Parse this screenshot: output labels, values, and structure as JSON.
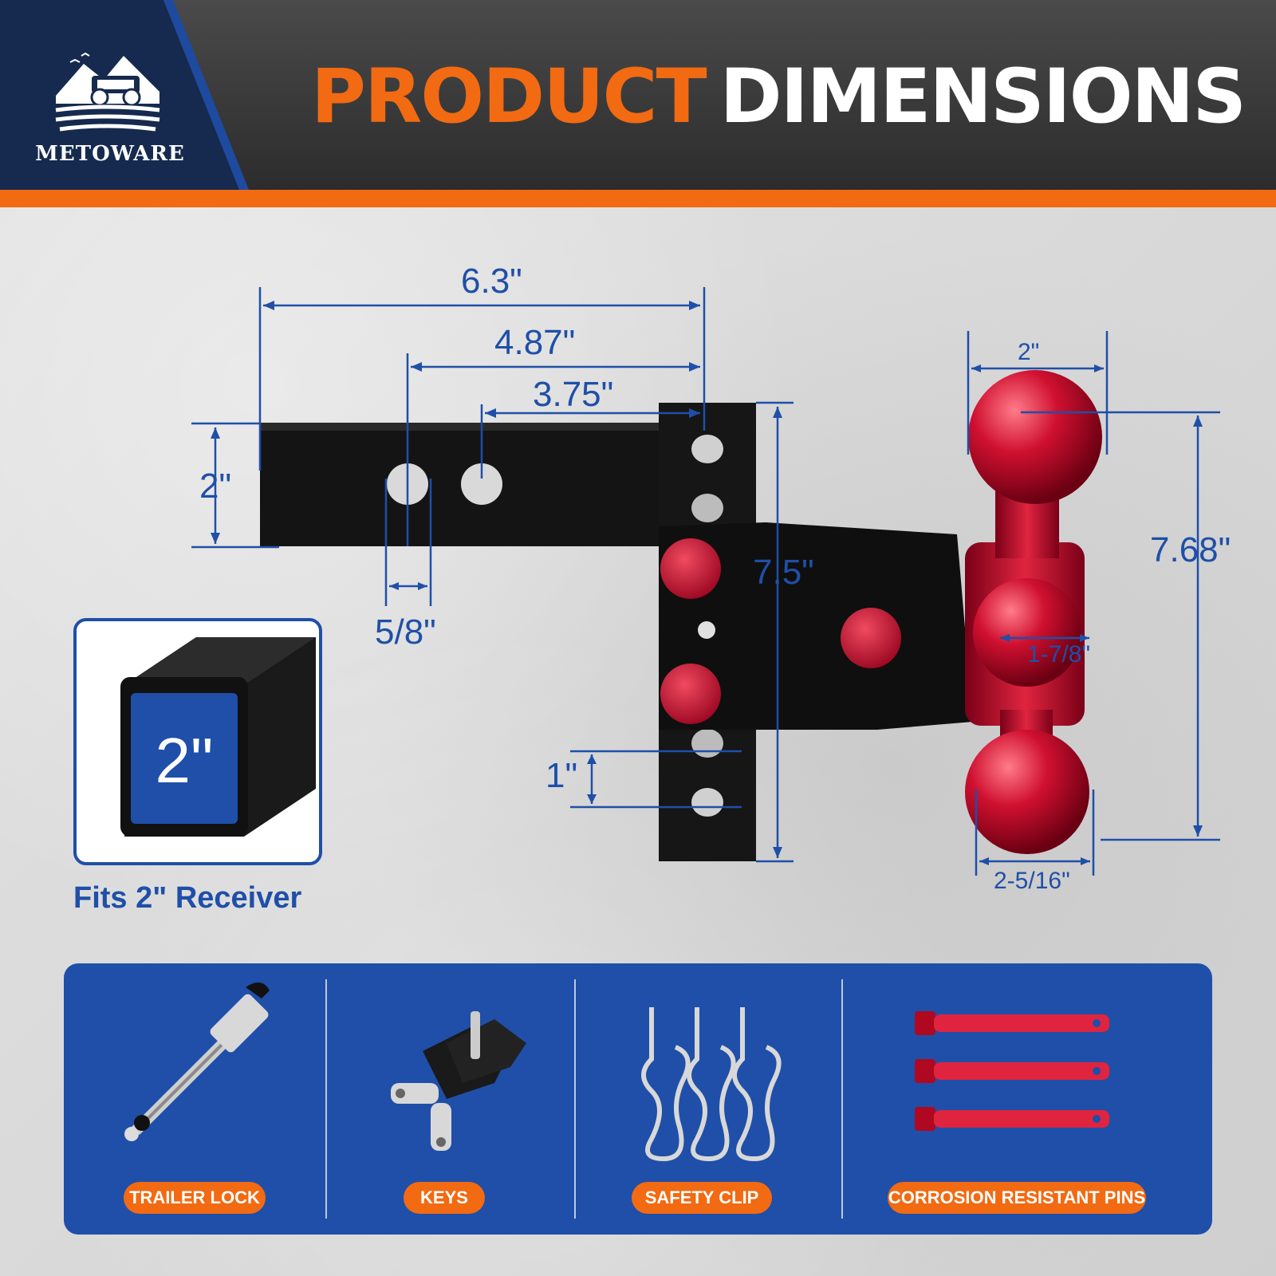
{
  "brand": {
    "name": "METOWARE",
    "logo_icon": "truck-landscape-icon"
  },
  "title": {
    "word1": "PRODUCT",
    "word2": "DIMENSIONS"
  },
  "colors": {
    "accent": "#f26a12",
    "blue": "#1f4fa8",
    "dark": "#152a4e",
    "ball_red": "#d01030"
  },
  "dimensions": {
    "total_length": "6.3\"",
    "pin_to_first_hole": "4.87\"",
    "pin_to_second_hole": "3.75\"",
    "shank_height": "2\"",
    "hole_diameter": "5/8\"",
    "shank_drop": "7.5\"",
    "hole_spacing": "1\"",
    "ball_small": "2\"",
    "ball_height": "7.68\"",
    "ball_medium": "1-7/8\"",
    "ball_large": "2-5/16\""
  },
  "receiver": {
    "size_label": "2\"",
    "caption": "Fits 2\"  Receiver"
  },
  "accessories": [
    {
      "label": "TRAILER LOCK",
      "icon": "trailer-lock-icon"
    },
    {
      "label": "KEYS",
      "icon": "keys-icon"
    },
    {
      "label": "SAFETY CLIP",
      "icon": "safety-clip-icon"
    },
    {
      "label": "CORROSION RESISTANT PINS",
      "icon": "pins-icon"
    }
  ]
}
